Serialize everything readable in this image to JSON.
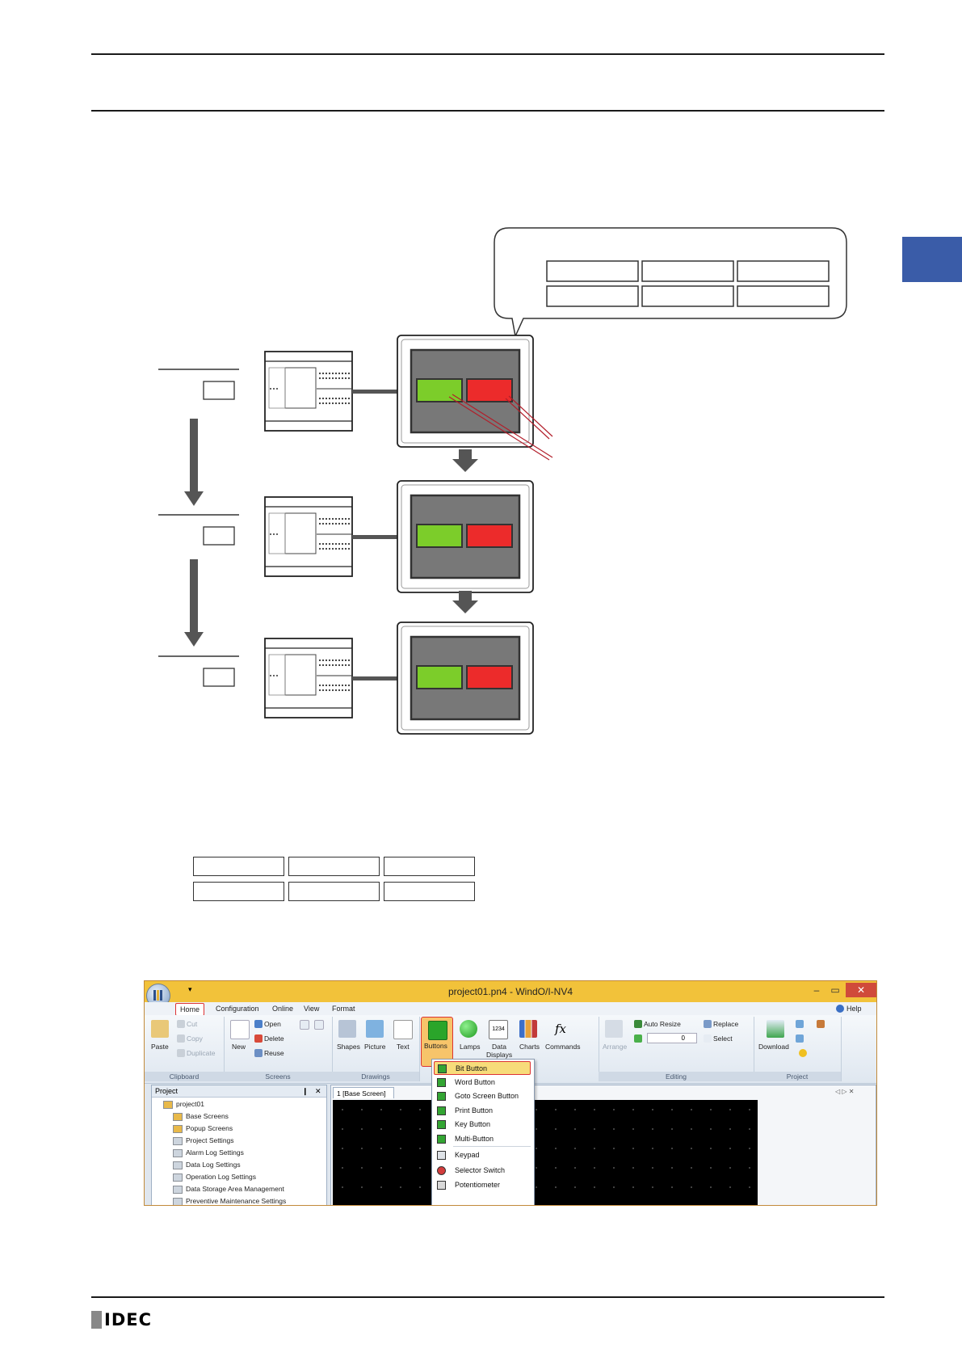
{
  "diagram": {
    "colors": {
      "green_button": "#7ccd2a",
      "red_button": "#ec2b2b",
      "panel_gray": "#787878",
      "arrow_gray": "#555555",
      "accent_tab": "#3a5ca8"
    }
  },
  "app": {
    "title": "project01.pn4 - WindO/I-NV4",
    "quick_access": "▾",
    "window_controls": {
      "minimize": "–",
      "restore": "▭",
      "close": "✕"
    },
    "tabs": [
      "Home",
      "Configuration",
      "Online",
      "View",
      "Format"
    ],
    "help": "Help",
    "ribbon": {
      "clipboard": {
        "label": "Clipboard",
        "paste": "Paste",
        "cut": "Cut",
        "copy": "Copy",
        "duplicate": "Duplicate"
      },
      "screens": {
        "label": "Screens",
        "new": "New",
        "open": "Open",
        "delete": "Delete",
        "reuse": "Reuse"
      },
      "drawings": {
        "label": "Drawings",
        "shapes": "Shapes",
        "picture": "Picture",
        "text": "Text"
      },
      "parts": {
        "buttons": "Buttons",
        "lamps": "Lamps",
        "data_displays_1": "Data",
        "data_displays_2": "Displays",
        "data_icon": "1234",
        "charts": "Charts",
        "commands": "Commands",
        "commands_icon": "fx"
      },
      "editing": {
        "label": "Editing",
        "arrange": "Arrange",
        "auto_resize": "Auto Resize",
        "replace": "Replace",
        "select": "Select",
        "spin_value": "0"
      },
      "project": {
        "label": "Project",
        "download": "Download"
      }
    },
    "project_panel": {
      "title": "Project",
      "pin": "❙",
      "close": "✕",
      "items": [
        "project01",
        "Base Screens",
        "Popup Screens",
        "Project Settings",
        "Alarm Log Settings",
        "Data Log Settings",
        "Operation Log Settings",
        "Data Storage Area Management",
        "Preventive Maintenance Settings"
      ]
    },
    "editor": {
      "tab": "1 [Base Screen]",
      "nav": "◁ ▷ ✕"
    },
    "buttons_menu": [
      "Bit Button",
      "Word Button",
      "Goto Screen Button",
      "Print Button",
      "Key Button",
      "Multi-Button",
      "Keypad",
      "Selector Switch",
      "Potentiometer"
    ]
  },
  "footer": {
    "logo": "IDEC"
  }
}
